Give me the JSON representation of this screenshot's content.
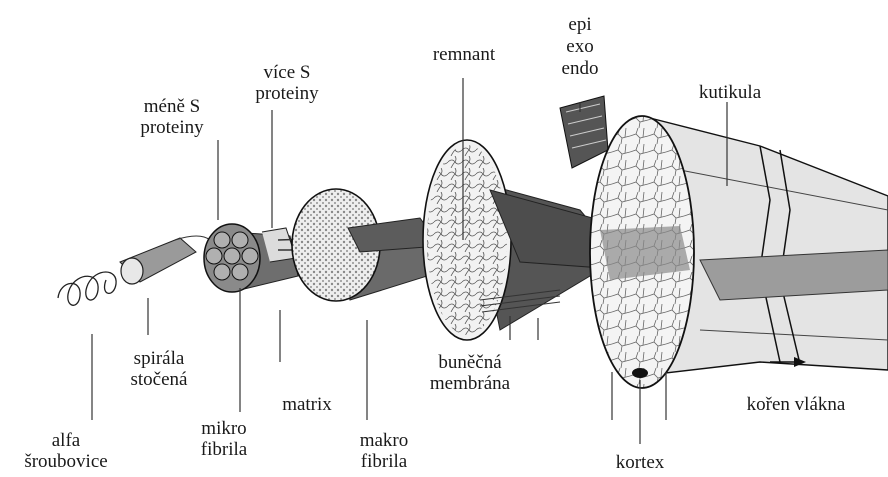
{
  "labels": {
    "remnant": "remnant",
    "epi": "epi",
    "exo": "exo",
    "endo": "endo",
    "kutikula": "kutikula",
    "vice_s_1": "více S",
    "vice_s_2": "proteiny",
    "mene_s_1": "méně S",
    "mene_s_2": "proteiny",
    "spirala_1": "spirála",
    "spirala_2": "stočená",
    "alfa_1": "alfa",
    "alfa_2": "šroubovice",
    "mikro_1": "mikro",
    "mikro_2": "fibrila",
    "matrix": "matrix",
    "makro_1": "makro",
    "makro_2": "fibrila",
    "bunecna_1": "buněčná",
    "bunecna_2": "membrána",
    "kortex": "kortex",
    "koren": "kořen vlákna"
  }
}
